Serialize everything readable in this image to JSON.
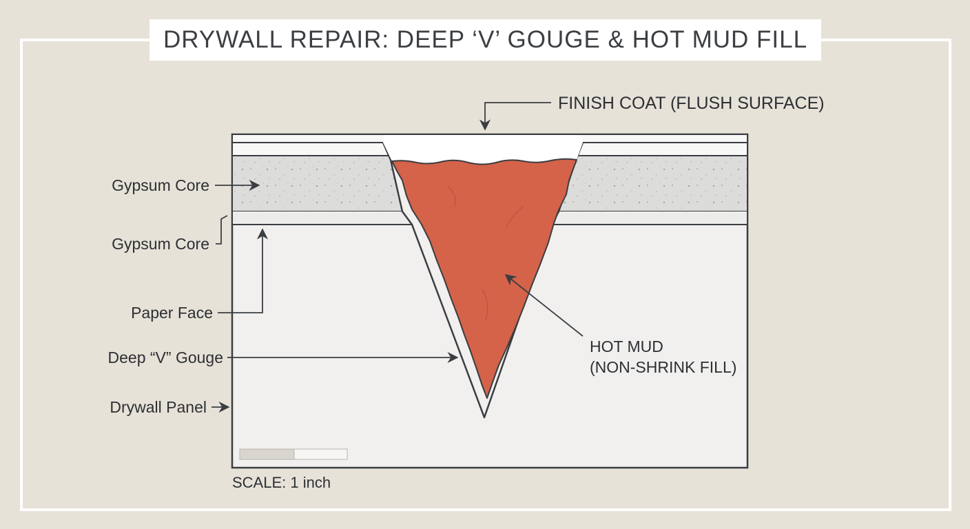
{
  "title": "DRYWALL REPAIR: DEEP ‘V’ GOUGE & HOT MUD FILL",
  "labels": {
    "finish_coat": "FINISH COAT (FLUSH SURFACE)",
    "gypsum_core_1": "Gypsum Core",
    "gypsum_core_2": "Gypsum Core",
    "paper_face": "Paper Face",
    "gouge": "Deep “V” Gouge",
    "drywall_panel": "Drywall Panel",
    "hot_mud_line1": "HOT MUD",
    "hot_mud_line2": "(NON-SHRINK FILL)"
  },
  "scale": {
    "label": "SCALE: 1 inch"
  },
  "colors": {
    "background": "#e7e2d8",
    "hot_mud": "#d4634a",
    "gypsum_core": "#dcdcda",
    "panel": "#f1f0ee",
    "outline": "#3a3d42"
  }
}
